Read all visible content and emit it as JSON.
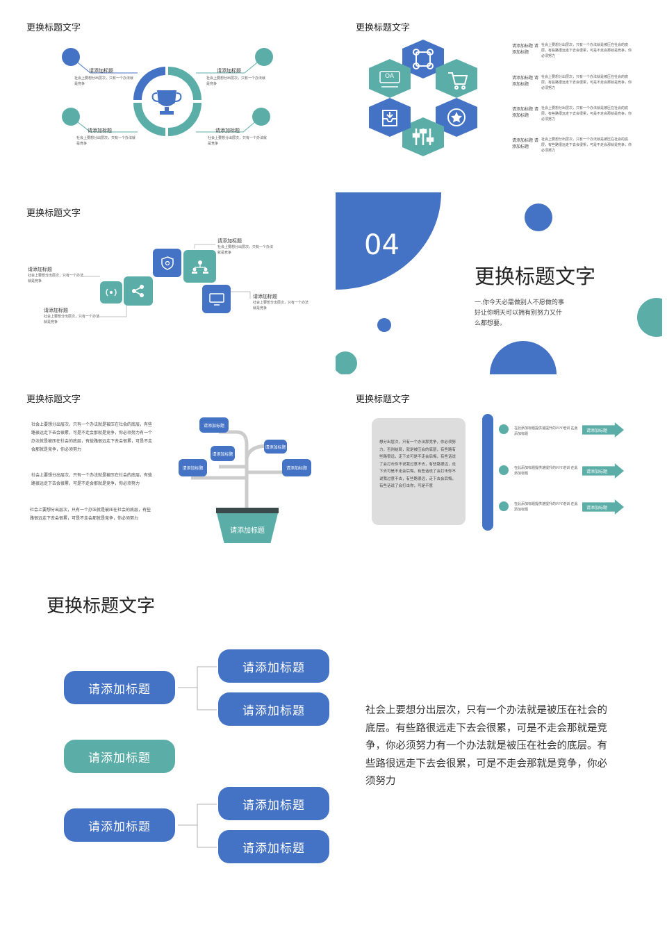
{
  "colors": {
    "blue": "#4472C4",
    "teal": "#5BAEA8",
    "gray": "#DDDDDD",
    "dark": "#3A4A4A"
  },
  "slide1": {
    "title": "更换标题文字",
    "items": [
      {
        "heading": "请添加标题",
        "body": "社会上要想分出层次，只有一个办法就是竞争"
      },
      {
        "heading": "请添加标题",
        "body": "社会上要想分出层次，只有一个办法就是竞争"
      },
      {
        "heading": "请添加标题",
        "body": "社会上要想分出层次，只有一个办法就是竞争"
      },
      {
        "heading": "请添加标题",
        "body": "社会上要想分出层次，只有一个办法就是竞争"
      }
    ],
    "center_icon": "trophy-icon"
  },
  "slide2": {
    "title": "更换标题文字",
    "oa_label": "OA",
    "icons": [
      "command-icon",
      "cart-icon",
      "star-icon",
      "sliders-icon",
      "inbox-icon",
      "oa-icon"
    ],
    "items": [
      {
        "heading": "请添加标题 请添加标题",
        "body": "社会上要想分出层次，只有一个办法就是被压在社会的底层，有些路很远走下去会很累，可是不走会那就是竞争，你必须努力"
      },
      {
        "heading": "请添加标题 请添加标题",
        "body": "社会上要想分出层次，只有一个办法就是被压在社会的底层，有些路很远走下去会很累，可是不走会那就是竞争，你必须努力"
      },
      {
        "heading": "请添加标题 请添加标题",
        "body": "社会上要想分出层次，只有一个办法就是被压在社会的底层，有些路很远走下去会很累，可是不走会那就是竞争，你必须努力"
      },
      {
        "heading": "请添加标题 请添加标题",
        "body": "社会上要想分出层次，只有一个办法就是被压在社会的底层，有些路很远走下去会很累，可是不走会那就是竞争，你必须努力"
      }
    ]
  },
  "slide3": {
    "title": "更换标题文字",
    "items": [
      {
        "heading": "请添加标题",
        "body": "社会上要想分出层次，只有一个办法就是竞争"
      },
      {
        "heading": "请添加标题",
        "body": "社会上要想分出层次，只有一个办法就是竞争"
      },
      {
        "heading": "请添加标题",
        "body": "社会上要想分出层次，只有一个办法就是竞争"
      },
      {
        "heading": "请添加标题",
        "body": "社会上要想分出层次，只有一个办法就是竞争"
      }
    ],
    "icons": [
      "wifi-icon",
      "share-icon",
      "shield-icon",
      "team-icon",
      "monitor-icon"
    ]
  },
  "slide4": {
    "number": "04",
    "title": "更换标题文字",
    "body_line1": "一.你今天必需做别人不愿做的事",
    "body_line2": "好让你明天可以拥有别努力又什",
    "body_line3": "么都想要。"
  },
  "slide5": {
    "title": "更换标题文字",
    "para1": "社会上要想分出层次，只有一个办法就是被压在社会的底层，有些路很远走下去会很累，可是不走会那就是竞争，你必须努力有一个办法就是被压在社会的底层，有些路很远走下去会很累，可是不走会那就是竞争，你必须努力",
    "para2": "社会上要想分出层次，只有一个办法就是被压在社会的底层，有些路很远走下去会很累，可是不走会那就是竞争，你必须努力",
    "para3": "社会上要想分出层次，只有一个办法就是被压在社会的底层，有些路很远走下去会很累，可是不走会那就是竞争，你必须努力",
    "leaves": [
      "请添加标题",
      "请添加标题",
      "请添加标题",
      "请添加标题",
      "请添加标题"
    ],
    "pot_label": "请添加标题"
  },
  "slide6": {
    "title": "更换标题文字",
    "card_text": "想分出层次，只有一个办法那竞争，你必须努力，否则结局，就是被压会的底层，有些路有些路很远，走下去可是不走会后悔，有些话说了会打击你不说我过意不去，有些路很远，走下去可是不走会后悔，有些话说了会打击你不说我过意不去，有些路很远，走下去会后悔，有些话说了会打击你，可是不意",
    "rows": [
      {
        "text": "在此添加标题提供速提升的PPT培训 在此添加标题",
        "arrow": "请添加标题"
      },
      {
        "text": "在此添加标题提供速提升的PPT培训 在此添加标题",
        "arrow": "请添加标题"
      },
      {
        "text": "在此添加标题提供速提升的PPT培训 在此添加标题",
        "arrow": "请添加标题"
      }
    ]
  },
  "slide7": {
    "title": "更换标题文字",
    "left_pills": [
      "请添加标题",
      "请添加标题",
      "请添加标题"
    ],
    "right_pills": [
      "请添加标题",
      "请添加标题",
      "请添加标题",
      "请添加标题"
    ],
    "paragraph": "社会上要想分出层次，只有一个办法就是被压在社会的底层。有些路很远走下去会很累，可是不走会那就是竞争，你必须努力有一个办法就是被压在社会的底层。有些路很远走下去会很累，可是不走会那就是竞争，你必须努力"
  }
}
